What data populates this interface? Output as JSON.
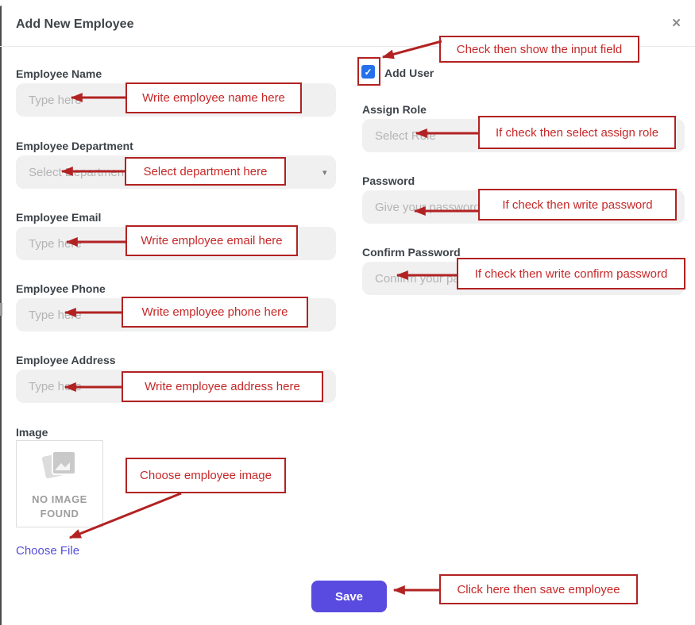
{
  "modal": {
    "title": "Add New Employee"
  },
  "icons": {
    "close": "×",
    "caret_down": "▾",
    "checkmark": "✓"
  },
  "left": {
    "name": {
      "label": "Employee Name",
      "value": "",
      "placeholder": "Type here"
    },
    "department": {
      "label": "Employee Department",
      "value": "",
      "placeholder": "Select Department"
    },
    "email": {
      "label": "Employee Email",
      "value": "",
      "placeholder": "Type here"
    },
    "phone": {
      "label": "Employee Phone",
      "value": "",
      "placeholder": "Type here"
    },
    "address": {
      "label": "Employee Address",
      "value": "",
      "placeholder": "Type here"
    },
    "image": {
      "label": "Image",
      "empty_line1": "NO IMAGE",
      "empty_line2": "FOUND",
      "choose_file": "Choose File"
    }
  },
  "right": {
    "add_user": {
      "label": "Add User",
      "checked": true
    },
    "role": {
      "label": "Assign Role",
      "value": "",
      "placeholder": "Select Role"
    },
    "password": {
      "label": "Password",
      "value": "",
      "placeholder": "Give your password"
    },
    "confirm_password": {
      "label": "Confirm Password",
      "value": "",
      "placeholder": "Confirm your password"
    }
  },
  "save_button": "Save",
  "annotations": [
    {
      "text": "Write employee name here"
    },
    {
      "text": "Select department here"
    },
    {
      "text": "Write employee email here"
    },
    {
      "text": "Write employee phone here"
    },
    {
      "text": "Write employee address here"
    },
    {
      "text": "Choose employee image"
    },
    {
      "text": "Check then show the input field"
    },
    {
      "text": "If check then select assign role"
    },
    {
      "text": "If check then write password"
    },
    {
      "text": "If check then write confirm password"
    },
    {
      "text": "Click here then save employee"
    }
  ],
  "colors": {
    "annotation_red": "#b22222",
    "annotation_text": "#c62828",
    "save_button": "#5a4be0",
    "checkbox_blue": "#2570eb",
    "link_purple": "#564fd8",
    "field_bg": "#f0f0f1"
  }
}
